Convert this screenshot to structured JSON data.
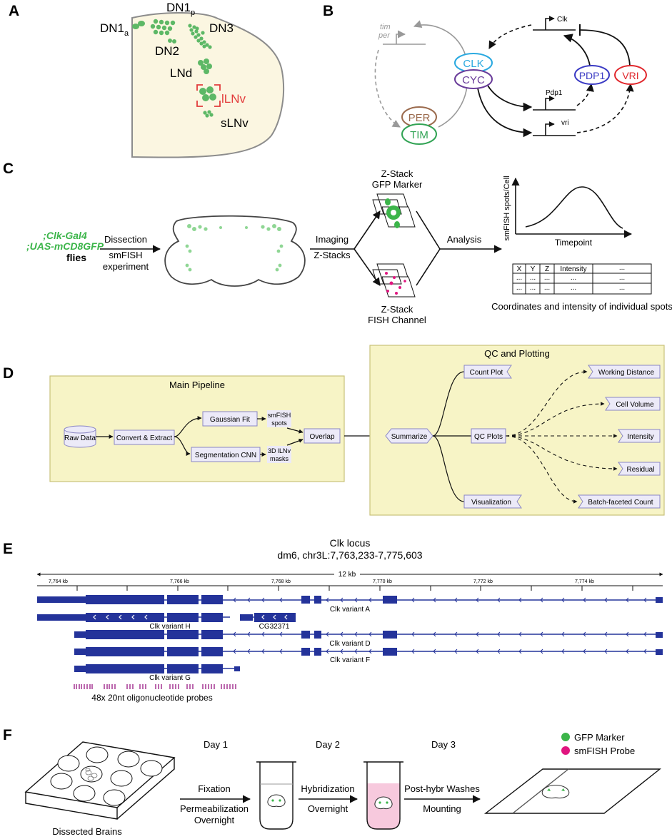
{
  "panel_labels": [
    "A",
    "B",
    "C",
    "D",
    "E",
    "F"
  ],
  "panelA": {
    "neurons": [
      {
        "name": "DN1",
        "sub": "a"
      },
      {
        "name": "DN1",
        "sub": "p"
      },
      {
        "name": "DN3",
        "sub": ""
      },
      {
        "name": "DN2",
        "sub": ""
      },
      {
        "name": "LNd",
        "sub": ""
      },
      {
        "name": "lLNv",
        "sub": ""
      },
      {
        "name": "sLNv",
        "sub": ""
      }
    ],
    "colors": {
      "brain_fill": "#fbf6e1",
      "neurons": "#5db866",
      "highlight": "#e23b3b"
    }
  },
  "panelB": {
    "genes_top_left": [
      "tim",
      "per"
    ],
    "proteins": [
      "CLK",
      "CYC",
      "PER",
      "TIM",
      "PDP1",
      "VRI"
    ],
    "promoters": [
      "Clk",
      "Pdp1",
      "vri"
    ],
    "colors": {
      "CLK": "#2aa9e0",
      "CYC": "#6a3d9a",
      "PER": "#9b6b4e",
      "TIM": "#31a354",
      "PDP1": "#3b3bc4",
      "VRI": "#e0262b"
    }
  },
  "panelC": {
    "genotype": [
      ";Clk-Gal4",
      ";UAS-mCD8GFP",
      "flies"
    ],
    "step1": [
      "Dissection",
      "smFISH",
      "experiment"
    ],
    "step2": [
      "Imaging",
      "Z-Stacks"
    ],
    "stack_top": [
      "Z-Stack",
      "GFP Marker"
    ],
    "stack_bottom": [
      "Z-Stack",
      "FISH Channel"
    ],
    "step3": "Analysis",
    "plot_ylabel": "smFISH spots/Cell",
    "plot_xlabel": "Timepoint",
    "table_headers": [
      "X",
      "Y",
      "Z",
      "Intensity",
      "..."
    ],
    "table_rows": [
      [
        "...",
        "...",
        "...",
        "...",
        "..."
      ],
      [
        "...",
        "...",
        "...",
        "...",
        "..."
      ]
    ],
    "table_caption": "Coordinates and intensity of individual spots"
  },
  "panelD": {
    "main_title": "Main Pipeline",
    "raw": "Raw Data",
    "convert": "Convert & Extract",
    "gauss": "Gaussian Fit",
    "seg": "Segmentation CNN",
    "spots": [
      "smFISH",
      "spots"
    ],
    "masks": [
      "3D lLNv",
      "masks"
    ],
    "overlap": "Overlap",
    "qc_title": "QC and Plotting",
    "summarize": "Summarize",
    "count_plot": "Count Plot",
    "qc_plots": "QC Plots",
    "visualization": "Visualization",
    "qc_items": [
      "Working Distance",
      "Cell Volume",
      "Intensity",
      "Residual",
      "Batch-faceted Count"
    ],
    "colors": {
      "panel_fill": "#f7f4c6",
      "box_fill": "#eceaf8",
      "box_stroke": "#8a86c4"
    }
  },
  "panelE": {
    "title": "Clk locus",
    "subtitle": "dm6, chr3L:7,763,233-7,775,603",
    "scale": "12 kb",
    "ticks": [
      "7,764 kb",
      "7,766 kb",
      "7,768 kb",
      "7,770 kb",
      "7,772 kb",
      "7,774 kb"
    ],
    "variant_labels": [
      "Clk variant A",
      "Clk variant H",
      "CG32371",
      "Clk variant D",
      "Clk variant F",
      "Clk variant G"
    ],
    "probes_label": "48x 20nt oligonucleotide probes",
    "colors": {
      "gene": "#24339a",
      "probe": "#a0288c"
    }
  },
  "panelF": {
    "legend": [
      "GFP Marker",
      "smFISH Probe"
    ],
    "days": [
      "Day 1",
      "Day 2",
      "Day 3"
    ],
    "step1": [
      "Fixation",
      "Permeabilization",
      "Overnight"
    ],
    "step2": [
      "Hybridization",
      "Overnight"
    ],
    "step3": [
      "Post-hybr Washes",
      "Mounting"
    ],
    "plate_caption": "Dissected Brains",
    "colors": {
      "gfp": "#3cb54a",
      "fish": "#e0157f",
      "tube_fill": "#f7c9dd"
    }
  }
}
